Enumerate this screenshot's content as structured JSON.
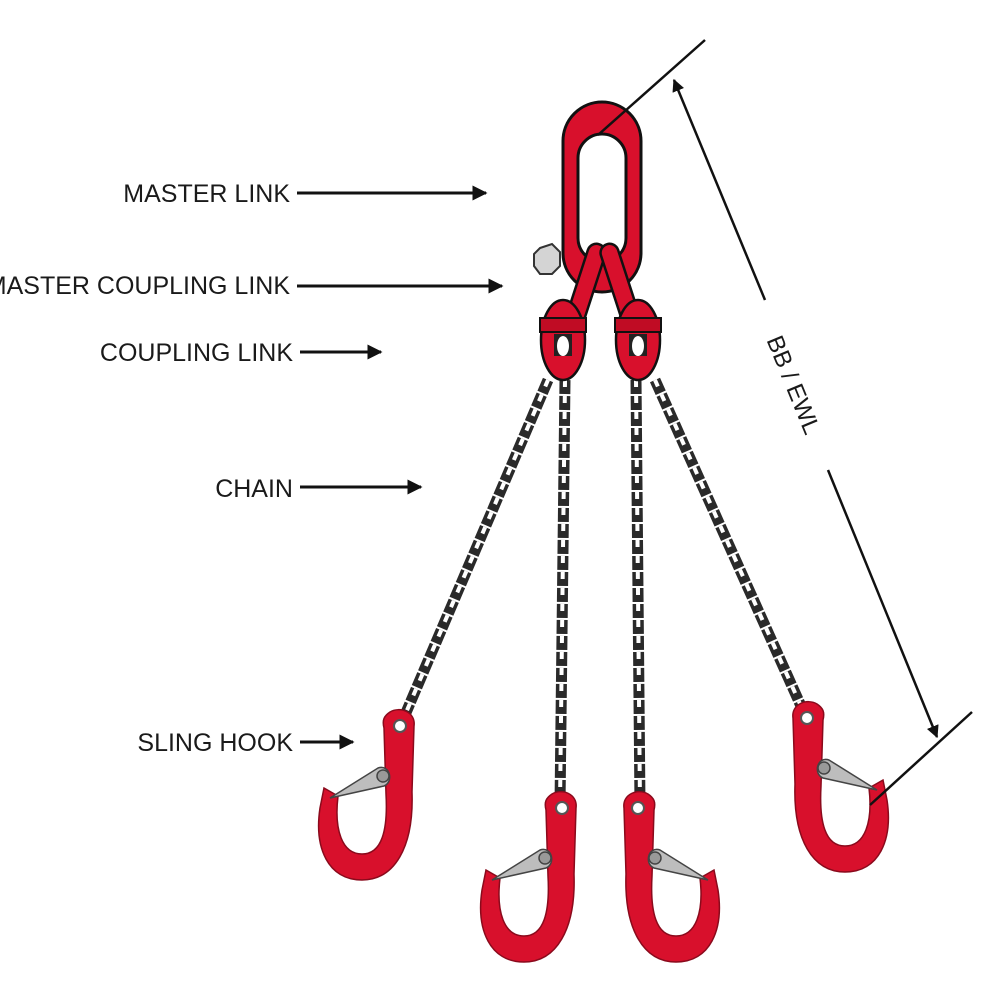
{
  "labels": {
    "master_link": "MASTER LINK",
    "master_coupling_link": "MASTER COUPLING LINK",
    "coupling_link": "COUPLING LINK",
    "chain": "CHAIN",
    "sling_hook": "SLING HOOK"
  },
  "dimension_label": "BB / EWL",
  "colors": {
    "component_red": "#d8102c",
    "outline": "#1a1a1a",
    "latch_grey": "#b8b8b8",
    "chain_dark": "#2a2a2a"
  }
}
